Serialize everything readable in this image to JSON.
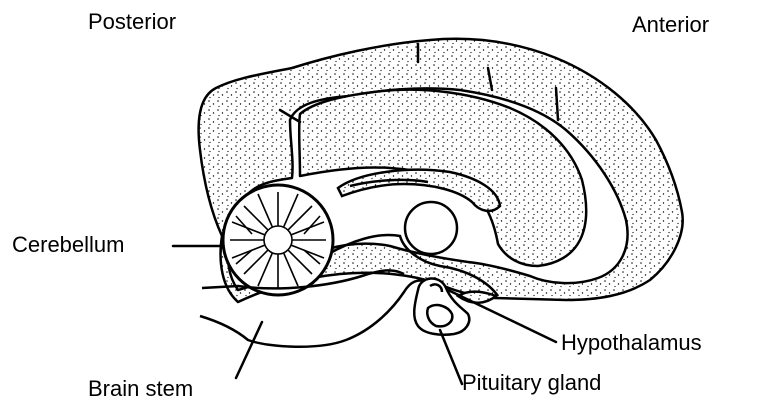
{
  "labels": {
    "posterior": "Posterior",
    "anterior": "Anterior",
    "cerebellum": "Cerebellum",
    "hypothalamus": "Hypothalamus",
    "brain_stem": "Brain stem",
    "pituitary_gland": "Pituitary gland"
  },
  "colors": {
    "ink": "#000000",
    "fill": "#f3f3f3",
    "background": "#ffffff"
  }
}
